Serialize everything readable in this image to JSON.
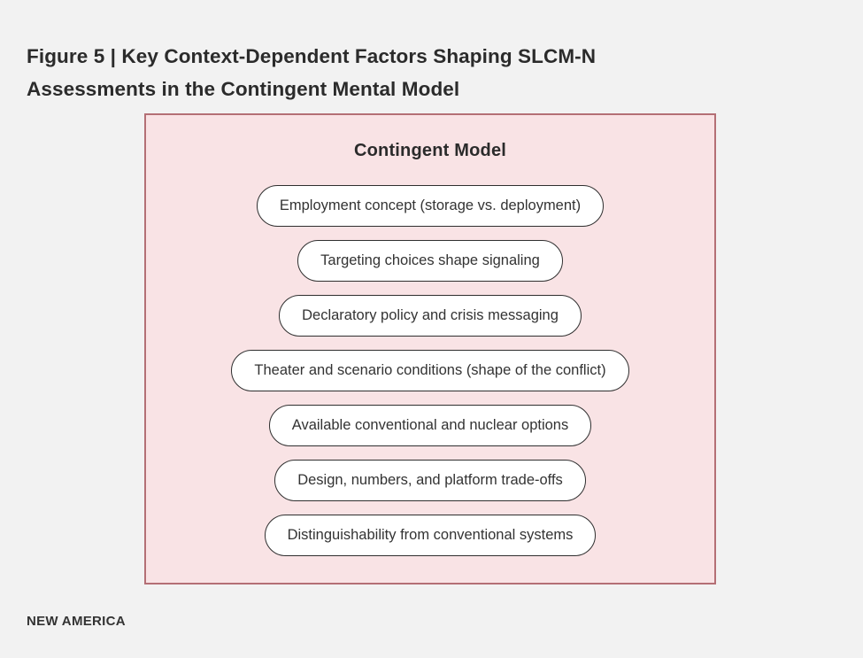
{
  "figure": {
    "title_line1": "Figure 5 | Key Context-Dependent Factors Shaping SLCM-N",
    "title_line2": "Assessments in the Contingent Mental Model"
  },
  "panel": {
    "title": "Contingent Model",
    "factors": [
      "Employment concept (storage vs. deployment)",
      "Targeting choices shape signaling",
      "Declaratory policy and crisis messaging",
      "Theater and scenario conditions (shape of the conflict)",
      "Available conventional and nuclear options",
      "Design, numbers, and platform trade-offs",
      "Distinguishability from conventional systems"
    ],
    "colors": {
      "page_bg": "#f2f2f2",
      "panel_bg": "#f9e3e5",
      "panel_border": "#b46f75",
      "pill_bg": "#ffffff",
      "pill_border": "#2f2f2f",
      "text": "#2b2b2b"
    }
  },
  "footer": {
    "logo": "NEW AMERICA"
  }
}
